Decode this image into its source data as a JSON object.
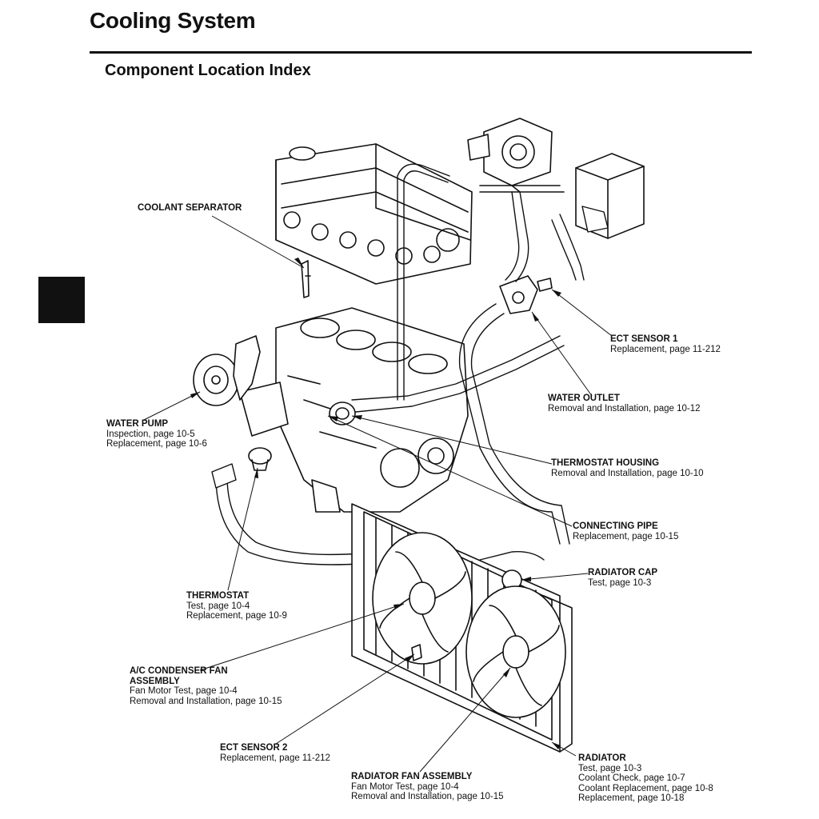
{
  "header": {
    "title": "Cooling System",
    "subtitle": "Component Location Index"
  },
  "labels": {
    "coolant_separator": {
      "name": "COOLANT SEPARATOR",
      "refs": []
    },
    "ect_sensor_1": {
      "name": "ECT SENSOR 1",
      "refs": [
        "Replacement, page 11-212"
      ]
    },
    "water_outlet": {
      "name": "WATER OUTLET",
      "refs": [
        "Removal and Installation, page 10-12"
      ]
    },
    "water_pump": {
      "name": "WATER PUMP",
      "refs": [
        "Inspection, page 10-5",
        "Replacement, page 10-6"
      ]
    },
    "thermostat_housing": {
      "name": "THERMOSTAT HOUSING",
      "refs": [
        "Removal and Installation, page 10-10"
      ]
    },
    "connecting_pipe": {
      "name": "CONNECTING PIPE",
      "refs": [
        "Replacement, page 10-15"
      ]
    },
    "radiator_cap": {
      "name": "RADIATOR CAP",
      "refs": [
        "Test, page 10-3"
      ]
    },
    "thermostat": {
      "name": "THERMOSTAT",
      "refs": [
        "Test, page 10-4",
        "Replacement, page 10-9"
      ]
    },
    "ac_condenser_fan": {
      "name": "A/C CONDENSER FAN",
      "name2": "ASSEMBLY",
      "refs": [
        "Fan Motor Test, page 10-4",
        "Removal and Installation, page 10-15"
      ]
    },
    "ect_sensor_2": {
      "name": "ECT SENSOR 2",
      "refs": [
        "Replacement, page 11-212"
      ]
    },
    "radiator_fan": {
      "name": "RADIATOR FAN ASSEMBLY",
      "refs": [
        "Fan Motor Test, page 10-4",
        "Removal and Installation, page 10-15"
      ]
    },
    "radiator": {
      "name": "RADIATOR",
      "refs": [
        "Test, page 10-3",
        "Coolant Check, page 10-7",
        "Coolant Replacement, page 10-8",
        "Replacement, page 10-18"
      ]
    }
  }
}
